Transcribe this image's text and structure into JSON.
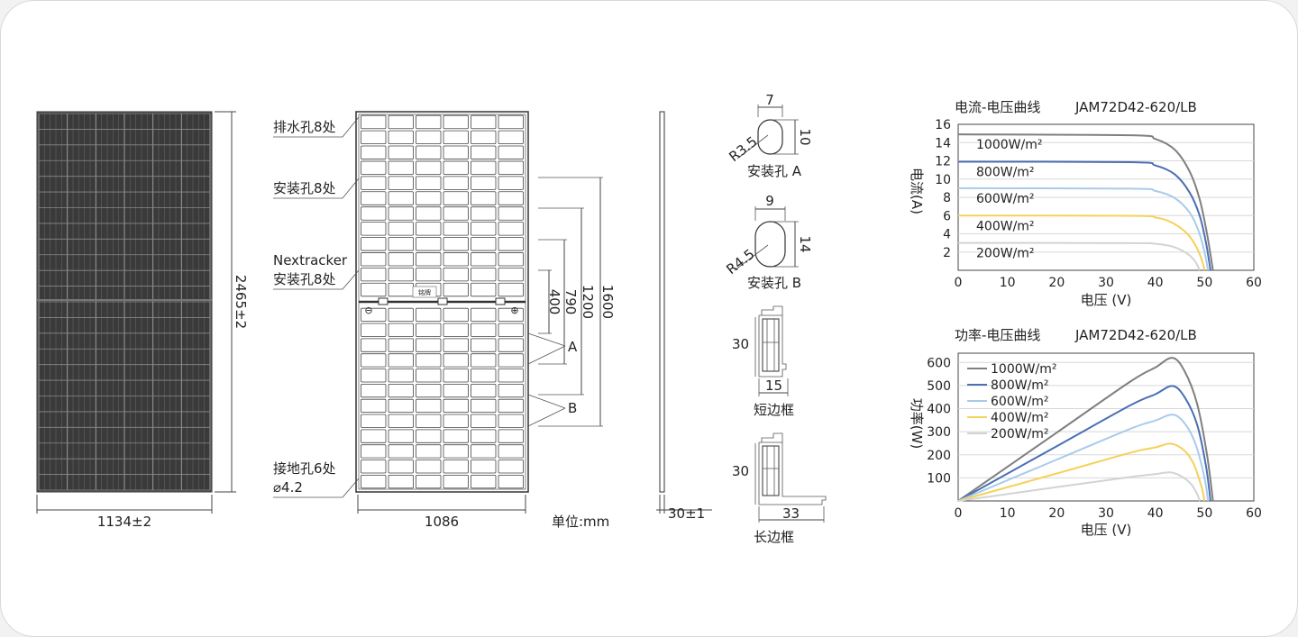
{
  "left_panel": {
    "width_label": "1134±2",
    "height_label": "2465±2"
  },
  "rear_view": {
    "drain_holes": "排水孔8处",
    "mount_holes": "安装孔8处",
    "nextracker_line1": "Nextracker",
    "nextracker_line2": "安装孔8处",
    "ground_holes_line1": "接地孔6处",
    "ground_holes_line2": "⌀4.2",
    "width_label": "1086",
    "dim_400": "400",
    "dim_790": "790",
    "dim_1200": "1200",
    "dim_1600": "1600",
    "marker_a": "A",
    "marker_b": "B",
    "junction_label": "铭牌",
    "minus_sign": "⊖",
    "plus_sign": "⊕",
    "unit": "单位:mm"
  },
  "side_view": {
    "thickness_label": "30±1"
  },
  "details": {
    "hole_a": {
      "width": "7",
      "height": "10",
      "radius": "R3.5",
      "caption": "安装孔 A"
    },
    "hole_b": {
      "width": "9",
      "height": "14",
      "radius": "R4.5",
      "caption": "安装孔 B"
    },
    "short_frame": {
      "height": "30",
      "width": "15",
      "caption": "短边框"
    },
    "long_frame": {
      "height": "30",
      "width": "33",
      "caption": "长边框"
    }
  },
  "chart_data": [
    {
      "type": "line",
      "title": "电流-电压曲线",
      "model": "JAM72D42-620/LB",
      "xlabel": "电压 (V)",
      "ylabel": "电流(A)",
      "xlim": [
        0,
        60
      ],
      "ylim": [
        0,
        16
      ],
      "x_ticks": [
        "0",
        "10",
        "20",
        "30",
        "40",
        "50",
        "60"
      ],
      "y_ticks": [
        "2",
        "4",
        "6",
        "8",
        "10",
        "12",
        "14",
        "16"
      ],
      "grid": true,
      "colors": [
        "#7f7f7f",
        "#4a6fb3",
        "#a9cbea",
        "#f5d15b",
        "#d3d3d3"
      ],
      "series": [
        {
          "name": "1000W/m²",
          "isc": 14.9,
          "voc": 51.7,
          "knee": 42,
          "x": [
            0,
            35,
            40,
            44,
            47,
            49,
            50.5,
            51.7
          ],
          "y": [
            14.9,
            14.8,
            14.4,
            13.2,
            10.8,
            7.8,
            4.0,
            0
          ]
        },
        {
          "name": "800W/m²",
          "isc": 11.9,
          "voc": 51.2,
          "knee": 42,
          "x": [
            0,
            35,
            40,
            44,
            47,
            49,
            50.3,
            51.2
          ],
          "y": [
            11.9,
            11.85,
            11.5,
            10.5,
            8.5,
            6.0,
            3.0,
            0
          ]
        },
        {
          "name": "600W/m²",
          "isc": 9.0,
          "voc": 50.7,
          "knee": 42,
          "x": [
            0,
            35,
            40,
            44,
            47,
            48.8,
            50.0,
            50.7
          ],
          "y": [
            9.0,
            8.95,
            8.7,
            7.9,
            6.3,
            4.3,
            2.0,
            0
          ]
        },
        {
          "name": "400W/m²",
          "isc": 6.0,
          "voc": 50.0,
          "knee": 42,
          "x": [
            0,
            35,
            40,
            43.5,
            46.5,
            48.3,
            49.4,
            50.0
          ],
          "y": [
            6.0,
            5.97,
            5.8,
            5.2,
            4.0,
            2.6,
            1.2,
            0
          ]
        },
        {
          "name": "200W/m²",
          "isc": 3.0,
          "voc": 49.0,
          "knee": 42,
          "x": [
            0,
            35,
            40,
            43.5,
            46,
            47.6,
            48.5,
            49.0
          ],
          "y": [
            3.0,
            2.98,
            2.9,
            2.6,
            2.0,
            1.3,
            0.6,
            0
          ]
        }
      ]
    },
    {
      "type": "line",
      "title": "功率-电压曲线",
      "model": "JAM72D42-620/LB",
      "xlabel": "电压 (V)",
      "ylabel": "功率(W)",
      "xlim": [
        0,
        60
      ],
      "ylim": [
        0,
        640
      ],
      "x_ticks": [
        "0",
        "10",
        "20",
        "30",
        "40",
        "50",
        "60"
      ],
      "y_ticks": [
        "100",
        "200",
        "300",
        "400",
        "500",
        "600"
      ],
      "grid": true,
      "legend": "top-left",
      "colors": [
        "#7f7f7f",
        "#4a6fb3",
        "#a9cbea",
        "#f5d15b",
        "#d3d3d3"
      ],
      "series": [
        {
          "name": "1000W/m²",
          "x": [
            0,
            20,
            35,
            40,
            43.5,
            46,
            48.5,
            50.5,
            51.7
          ],
          "y": [
            0,
            296,
            518,
            578,
            620,
            560,
            420,
            200,
            0
          ]
        },
        {
          "name": "800W/m²",
          "x": [
            0,
            20,
            35,
            40,
            43.5,
            46,
            48.5,
            50.3,
            51.2
          ],
          "y": [
            0,
            237,
            415,
            462,
            498,
            448,
            330,
            150,
            0
          ]
        },
        {
          "name": "600W/m²",
          "x": [
            0,
            20,
            35,
            40,
            43.5,
            46,
            48.2,
            50.0,
            50.7
          ],
          "y": [
            0,
            179,
            313,
            348,
            374,
            335,
            245,
            100,
            0
          ]
        },
        {
          "name": "400W/m²",
          "x": [
            0,
            20,
            35,
            40,
            43.2,
            45.8,
            47.8,
            49.4,
            50.0
          ],
          "y": [
            0,
            119,
            209,
            232,
            248,
            220,
            160,
            60,
            0
          ]
        },
        {
          "name": "200W/m²",
          "x": [
            0,
            20,
            35,
            40,
            43.0,
            45.2,
            47.2,
            48.5,
            49.0
          ],
          "y": [
            0,
            60,
            104,
            116,
            124,
            108,
            75,
            30,
            0
          ]
        }
      ]
    }
  ]
}
